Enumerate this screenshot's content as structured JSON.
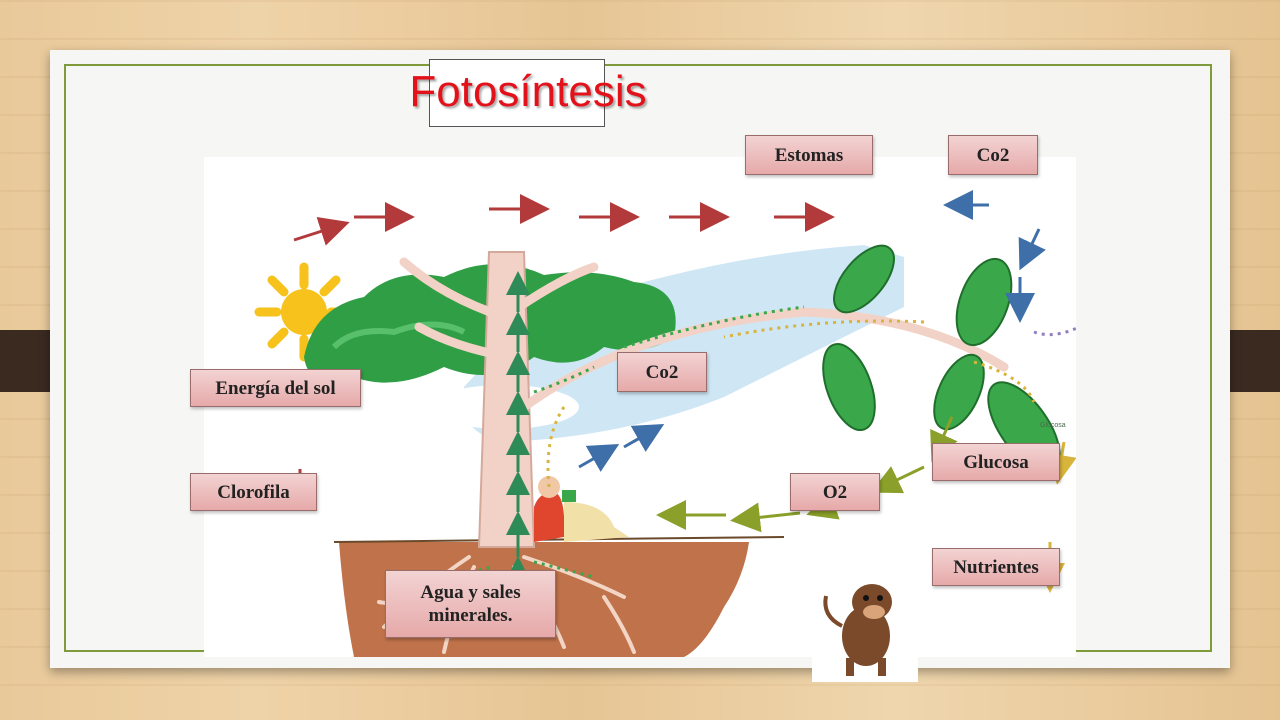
{
  "title": "Fotosíntesis",
  "labels": {
    "estomas": "Estomas",
    "co2_top": "Co2",
    "co2_middle": "Co2",
    "energia": "Energía del sol",
    "clorofila": "Clorofila",
    "o2": "O2",
    "glucosa": "Glucosa",
    "nutrientes": "Nutrientes",
    "agua_line1": "Agua y sales",
    "agua_line2": "minerales.",
    "leaf_glucosa": "Glucosa"
  },
  "colors": {
    "title": "#e3111a",
    "sun_arrows": "#b33a3a",
    "co2_arrows": "#3f6fa8",
    "o2_arrows": "#8aa02a",
    "glucose_arrows": "#d9b43a",
    "water_arrows": "#2e8b57",
    "frame": "#7f9a3a"
  }
}
